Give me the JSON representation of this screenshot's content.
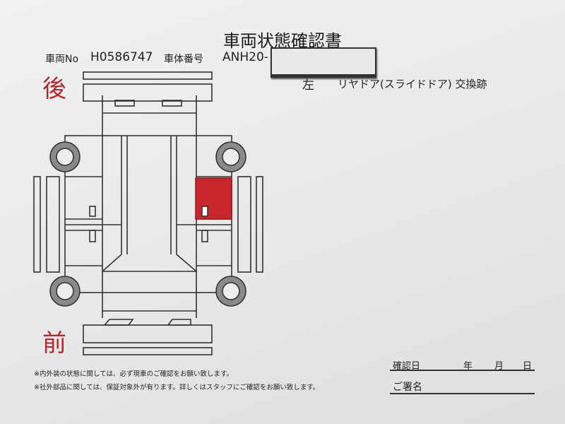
{
  "document": {
    "title": "車両状態確認書",
    "vehicle_no_label": "車両No",
    "vehicle_no": "H0586747",
    "chassis_label": "車体番号",
    "chassis_value": "ANH20-",
    "rear_label": "後",
    "front_label": "前",
    "damage_side": "左",
    "damage_note": "リヤドア(スライドドア) 交換跡",
    "damage_color": "#c8262a",
    "notes": [
      "※内外装の状態に関しては、必ず現車のご確認をお願い致します。",
      "※社外部品に関しては、保証対象外が有ります。詳しくはスタッフにご確認をお願い致します。"
    ],
    "confirm_date_label": "確認日",
    "year_label": "年",
    "month_label": "月",
    "day_label": "日",
    "signature_label": "ご署名"
  }
}
